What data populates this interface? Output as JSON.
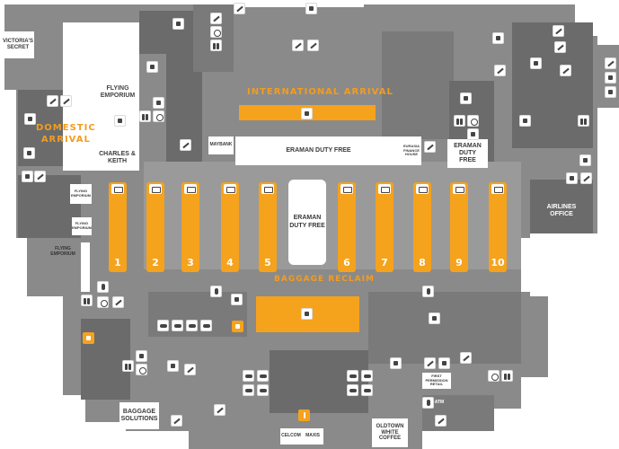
{
  "zones": {
    "international_arrival": "INTERNATIONAL ARRIVAL",
    "domestic_arrival": "DOMESTIC\nARRIVAL",
    "baggage_reclaim": "BAGGAGE RECLAIM"
  },
  "shops": {
    "victorias_secret": "VICTORIA'S\nSECRET",
    "flying_emporium_top": "FLYING\nEMPORIUM",
    "charles_keith": "CHARLES &\nKEITH",
    "maybank": "MAYBANK",
    "eraman_duty_free_top": "ERAMAN DUTY FREE",
    "eurasia_finance": "EURASIA\nFINANCE\nHOUSE",
    "eraman_duty_free_right": "ERAMAN\nDUTY\nFREE",
    "eraman_duty_free_center": "ERAMAN\nDUTY FREE",
    "airlines_office": "AIRLINES\nOFFICE",
    "small_shop_left1": "FLYING\nEMPORIUM",
    "small_shop_left2": "FLYING\nEMPORIUM",
    "flying_emporium_left": "FLYING\nEMPORIUM",
    "baggage_solutions": "BAGGAGE\nSOLUTIONS",
    "celcom": "CELCOM",
    "maxis": "MAXIS",
    "oldtown": "OLDTOWN\nWHITE\nCOFFEE",
    "atm": "ATM",
    "first_permission": "FIRST\nPERMISSION\nRETAIL"
  },
  "belts": [
    "1",
    "2",
    "3",
    "4",
    "5",
    "6",
    "7",
    "8",
    "9",
    "10"
  ],
  "colors": {
    "floor": "#8a8a8a",
    "dark_floor": "#6b6b6b",
    "light_floor": "#b9b9b9",
    "accent": "#f5a21d",
    "label": "#f39c1f"
  }
}
